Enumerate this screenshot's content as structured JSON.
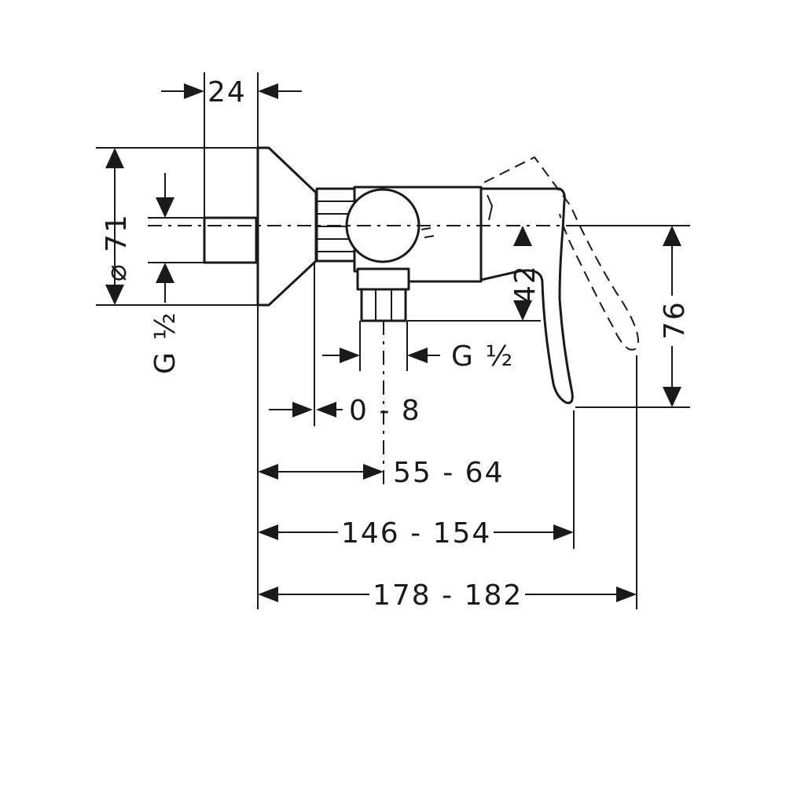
{
  "dimensions": {
    "depth_24": "24",
    "flange_diameter": "⌀ 71",
    "wall_thread": "G ½",
    "outlet_thread": "G ½",
    "offset_0_8": "0 - 8",
    "outlet_position": "55 - 64",
    "lever_projection": "146 - 154",
    "overall_projection": "178 - 182",
    "outlet_height": "42",
    "lever_height": "76"
  }
}
